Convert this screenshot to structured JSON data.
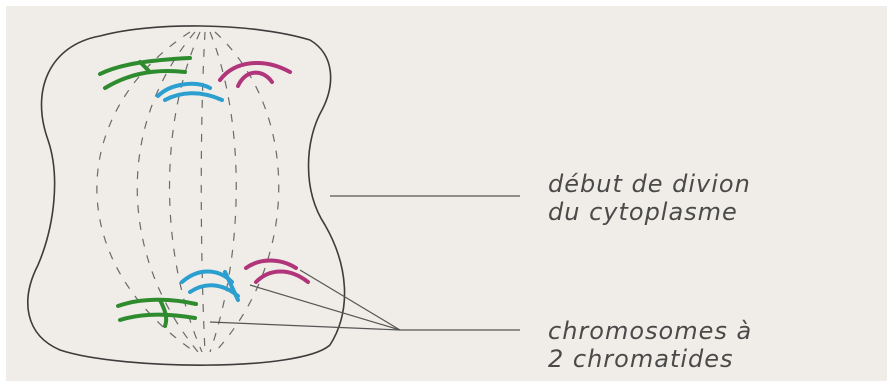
{
  "labels": {
    "cytoplasm_division": [
      "début de divion",
      "du cytoplasme"
    ],
    "chromosomes": [
      "chromosomes à",
      "2 chromatides"
    ]
  },
  "colors": {
    "paper": "#f0ede8",
    "pencil": "#3c3c3c",
    "chromosome_green": "#2e8b2e",
    "chromosome_blue": "#2a9fd0",
    "chromosome_magenta": "#b0357a"
  },
  "chromosomes": [
    {
      "name": "green-chromosome-top",
      "color": "green"
    },
    {
      "name": "magenta-chromosome-top",
      "color": "magenta"
    },
    {
      "name": "blue-chromosome-top",
      "color": "blue"
    },
    {
      "name": "blue-chromosome-bottom",
      "color": "blue"
    },
    {
      "name": "magenta-chromosome-bottom",
      "color": "magenta"
    },
    {
      "name": "green-chromosome-bottom",
      "color": "green"
    }
  ]
}
